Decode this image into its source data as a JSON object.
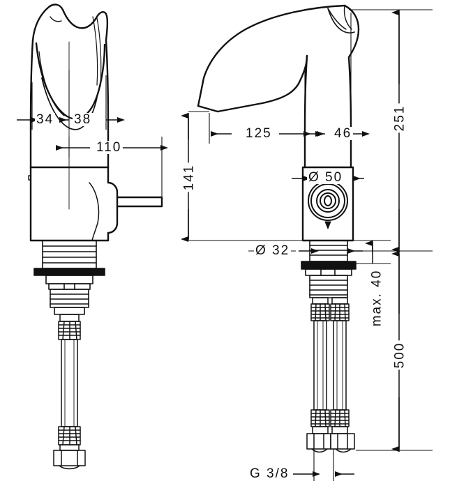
{
  "drawing": {
    "title": "Electronic basin mixer — dimensioned technical drawing",
    "background_color": "#ffffff",
    "line_color": "#111111",
    "views": [
      {
        "name": "front-view",
        "position": "left"
      },
      {
        "name": "side-view",
        "position": "right"
      }
    ]
  },
  "dimensions": {
    "front_width_left": "34",
    "front_width_right": "38",
    "front_projection": "110",
    "side_spout_reach": "125",
    "side_body_width": "46",
    "body_height": "141",
    "overall_height": "251",
    "sensor_diameter": "Ø 50",
    "shank_diameter": "Ø 32",
    "max_deck_thickness": "max. 40",
    "hose_length": "500",
    "thread_size": "G 3/8"
  },
  "labels": {
    "d34": "34",
    "d38": "38",
    "d110": "110",
    "d125": "125",
    "d46": "46",
    "d141": "141",
    "d251": "251",
    "d50": "Ø 50",
    "d32": "Ø 32",
    "dmax40": "max. 40",
    "d500": "500",
    "dg38": "G 3/8"
  }
}
